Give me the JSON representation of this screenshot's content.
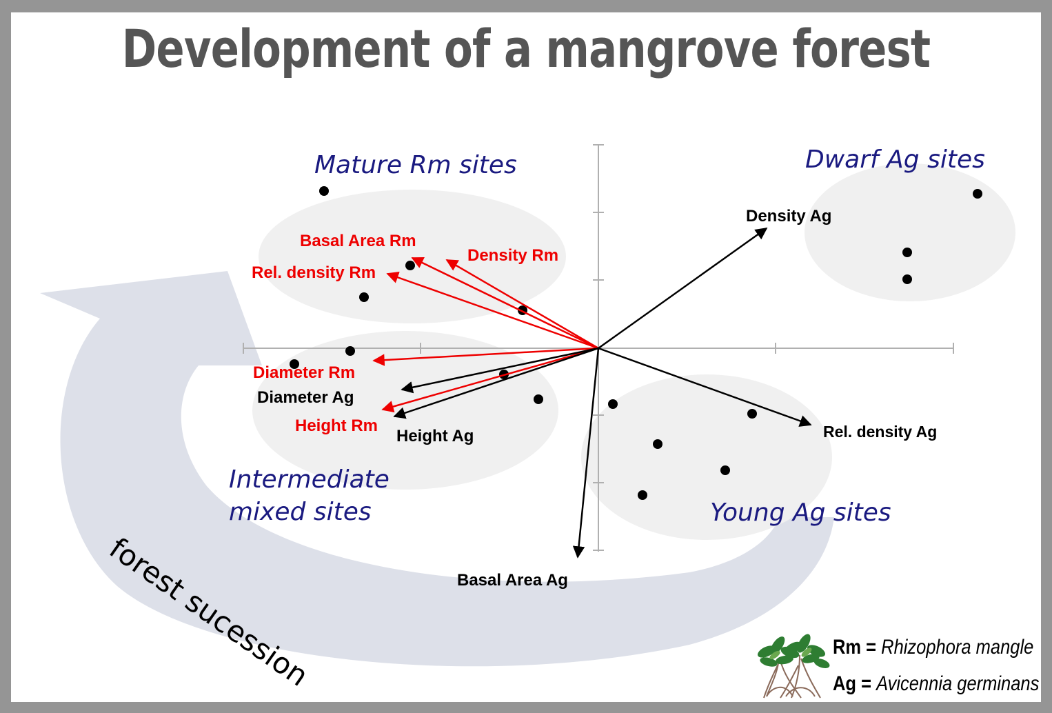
{
  "title": "Development of a mangrove forest",
  "site_groups": [
    {
      "name": "Mature Rm sites"
    },
    {
      "name": "Dwarf Ag sites"
    },
    {
      "name": "Intermediate mixed sites",
      "lines": [
        "Intermediate",
        "mixed sites"
      ]
    },
    {
      "name": "Young Ag sites"
    }
  ],
  "succession_label": "forest sucession",
  "vectors": [
    {
      "label": "Basal Area Rm",
      "species": "Rm"
    },
    {
      "label": "Density Rm",
      "species": "Rm"
    },
    {
      "label": "Rel. density Rm",
      "species": "Rm"
    },
    {
      "label": "Diameter Rm",
      "species": "Rm"
    },
    {
      "label": "Height Rm",
      "species": "Rm"
    },
    {
      "label": "Density Ag",
      "species": "Ag"
    },
    {
      "label": "Diameter Ag",
      "species": "Ag"
    },
    {
      "label": "Height Ag",
      "species": "Ag"
    },
    {
      "label": "Rel. density Ag",
      "species": "Ag"
    },
    {
      "label": "Basal Area Ag",
      "species": "Ag"
    }
  ],
  "legend": [
    {
      "abbr": "Rm =",
      "species": "Rhizophora mangle"
    },
    {
      "abbr": "Ag =",
      "species": "Avicennia germinans"
    }
  ],
  "colors": {
    "rm_vector": "#ee0000",
    "ag_vector": "#000000",
    "site_label": "#1a1a80",
    "title": "#555555",
    "frame": "#959595",
    "cluster_fill": "#f0f0f0",
    "succession_arrow": "#dde0e9"
  },
  "icons": [
    "mangrove-tree-icon"
  ]
}
